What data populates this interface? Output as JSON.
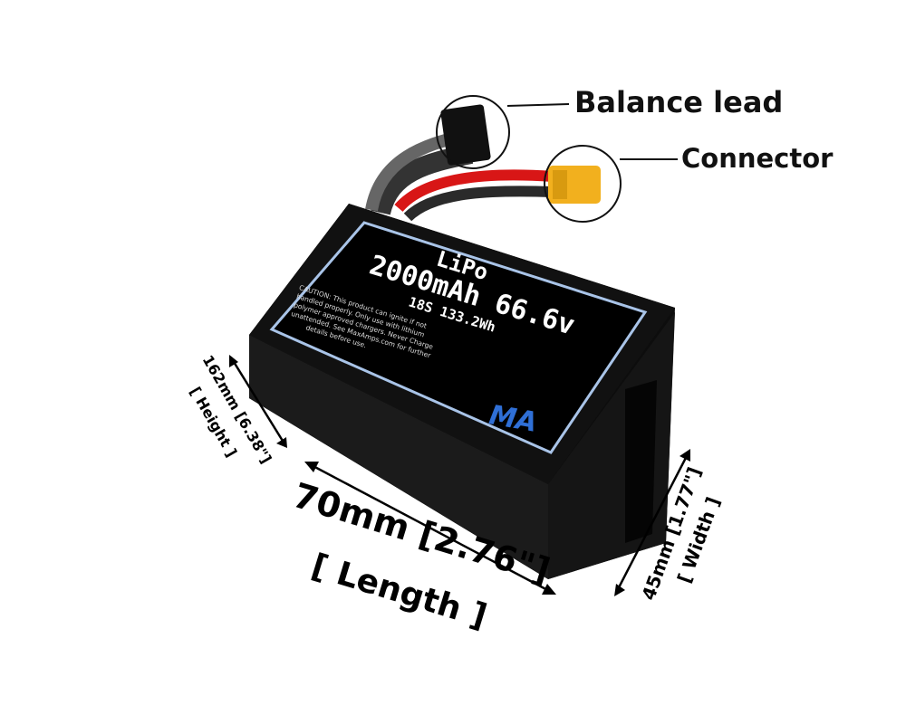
{
  "callouts": {
    "balance_lead": "Balance lead",
    "connector": "Connector"
  },
  "label": {
    "chemistry": "LiPo",
    "capacity_voltage": "2000mAh 66.6v",
    "config_energy": "18S 133.2Wh",
    "caution": [
      "CAUTION: This product can ignite if not",
      "handled properly. Only use with lithium",
      "polymer approved chargers. Never Charge",
      "unattended. See MaxAmps.com for further",
      "details before use."
    ],
    "logo": "MA"
  },
  "dimensions": {
    "length": "70mm [2.76\"]",
    "length_caption": "[ Length ]",
    "height": "162mm [6.38\"]",
    "height_caption": "[ Height ]",
    "width": "45mm [1.77\"]",
    "width_caption": "[ Width ]"
  },
  "colors": {
    "battery": "#0d0d0d",
    "label_border": "#a9c4e8",
    "logo": "#2f6fd6",
    "connector": "#f2b01e",
    "wire_red": "#d81616"
  }
}
